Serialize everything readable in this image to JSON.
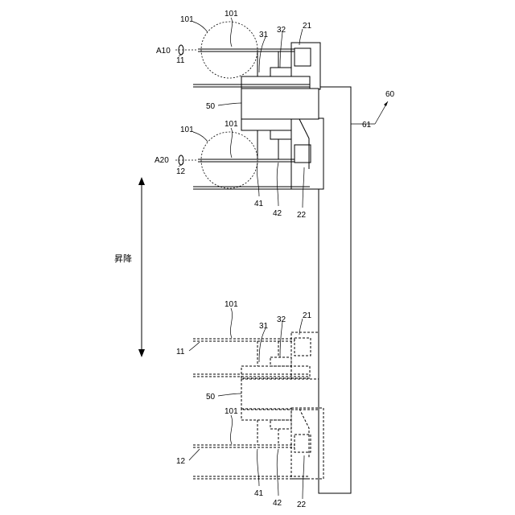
{
  "labels": {
    "u_101a": "101",
    "u_101b": "101",
    "u_a10": "A10",
    "u_11": "11",
    "u_31": "31",
    "u_32": "32",
    "u_21": "21",
    "u_50": "50",
    "u_101c": "101",
    "u_101d": "101",
    "u_a20": "A20",
    "u_12": "12",
    "u_41": "41",
    "u_42": "42",
    "u_22": "22",
    "u_60": "60",
    "u_61": "61",
    "motion": "昇降",
    "l_101": "101",
    "l_31": "31",
    "l_32": "32",
    "l_21": "21",
    "l_11": "11",
    "l_50": "50",
    "l_101b": "101",
    "l_12": "12",
    "l_41": "41",
    "l_42": "42",
    "l_22": "22"
  }
}
